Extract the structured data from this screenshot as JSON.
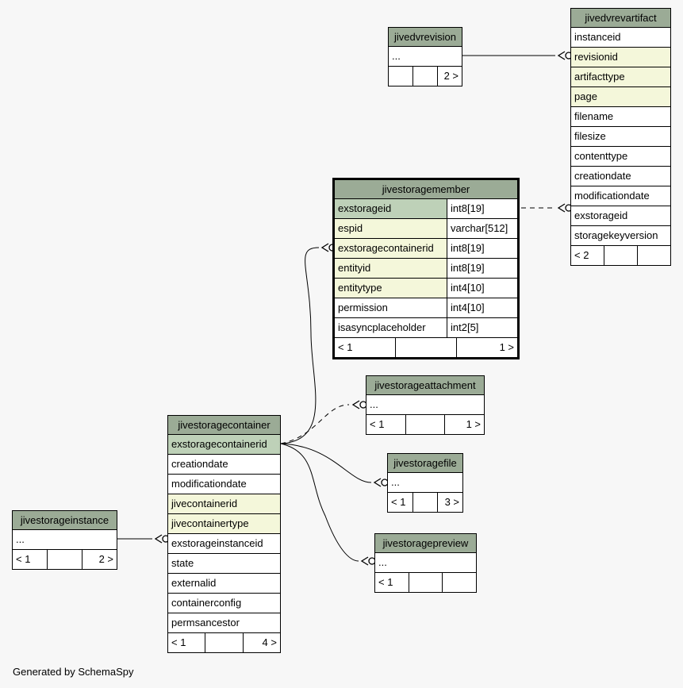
{
  "tables": {
    "jivedvrevision": {
      "title": "jivedvrevision",
      "rows": [
        "..."
      ],
      "foot": [
        "",
        "",
        "2 >"
      ]
    },
    "jivedvrevartifact": {
      "title": "jivedvrevartifact",
      "rows": [
        {
          "name": "instanceid",
          "kind": "plain"
        },
        {
          "name": "revisionid",
          "kind": "fk"
        },
        {
          "name": "artifacttype",
          "kind": "fk"
        },
        {
          "name": "page",
          "kind": "fk"
        },
        {
          "name": "filename",
          "kind": "plain"
        },
        {
          "name": "filesize",
          "kind": "plain"
        },
        {
          "name": "contenttype",
          "kind": "plain"
        },
        {
          "name": "creationdate",
          "kind": "plain"
        },
        {
          "name": "modificationdate",
          "kind": "plain"
        },
        {
          "name": "exstorageid",
          "kind": "plain"
        },
        {
          "name": "storagekeyversion",
          "kind": "plain"
        }
      ],
      "foot": [
        "< 2",
        "",
        ""
      ]
    },
    "jivestoragemember": {
      "title": "jivestoragemember",
      "rows": [
        {
          "name": "exstorageid",
          "type": "int8[19]",
          "kind": "pk"
        },
        {
          "name": "espid",
          "type": "varchar[512]",
          "kind": "fk"
        },
        {
          "name": "exstoragecontainerid",
          "type": "int8[19]",
          "kind": "fk"
        },
        {
          "name": "entityid",
          "type": "int8[19]",
          "kind": "fk"
        },
        {
          "name": "entitytype",
          "type": "int4[10]",
          "kind": "fk"
        },
        {
          "name": "permission",
          "type": "int4[10]",
          "kind": "plain"
        },
        {
          "name": "isasyncplaceholder",
          "type": "int2[5]",
          "kind": "plain"
        }
      ],
      "foot": [
        "< 1",
        "",
        "1 >"
      ]
    },
    "jivestorageattachment": {
      "title": "jivestorageattachment",
      "rows": [
        "..."
      ],
      "foot": [
        "< 1",
        "",
        "1 >"
      ]
    },
    "jivestoragefile": {
      "title": "jivestoragefile",
      "rows": [
        "..."
      ],
      "foot": [
        "< 1",
        "",
        "3 >"
      ]
    },
    "jivestoragepreview": {
      "title": "jivestoragepreview",
      "rows": [
        "..."
      ],
      "foot": [
        "< 1",
        "",
        ""
      ]
    },
    "jivestoragecontainer": {
      "title": "jivestoragecontainer",
      "rows": [
        {
          "name": "exstoragecontainerid",
          "kind": "pk"
        },
        {
          "name": "creationdate",
          "kind": "plain"
        },
        {
          "name": "modificationdate",
          "kind": "plain"
        },
        {
          "name": "jivecontainerid",
          "kind": "fk"
        },
        {
          "name": "jivecontainertype",
          "kind": "fk"
        },
        {
          "name": "exstorageinstanceid",
          "kind": "plain"
        },
        {
          "name": "state",
          "kind": "plain"
        },
        {
          "name": "externalid",
          "kind": "plain"
        },
        {
          "name": "containerconfig",
          "kind": "plain"
        },
        {
          "name": "permsancestor",
          "kind": "plain"
        }
      ],
      "foot": [
        "< 1",
        "",
        "4 >"
      ]
    },
    "jivestorageinstance": {
      "title": "jivestorageinstance",
      "rows": [
        "..."
      ],
      "foot": [
        "< 1",
        "",
        "2 >"
      ]
    }
  },
  "footer": "Generated by SchemaSpy",
  "colors": {
    "header": "#9bab96",
    "primary_key": "#bed1b8",
    "foreign_key": "#f4f7da",
    "background": "#f7f7f7"
  }
}
